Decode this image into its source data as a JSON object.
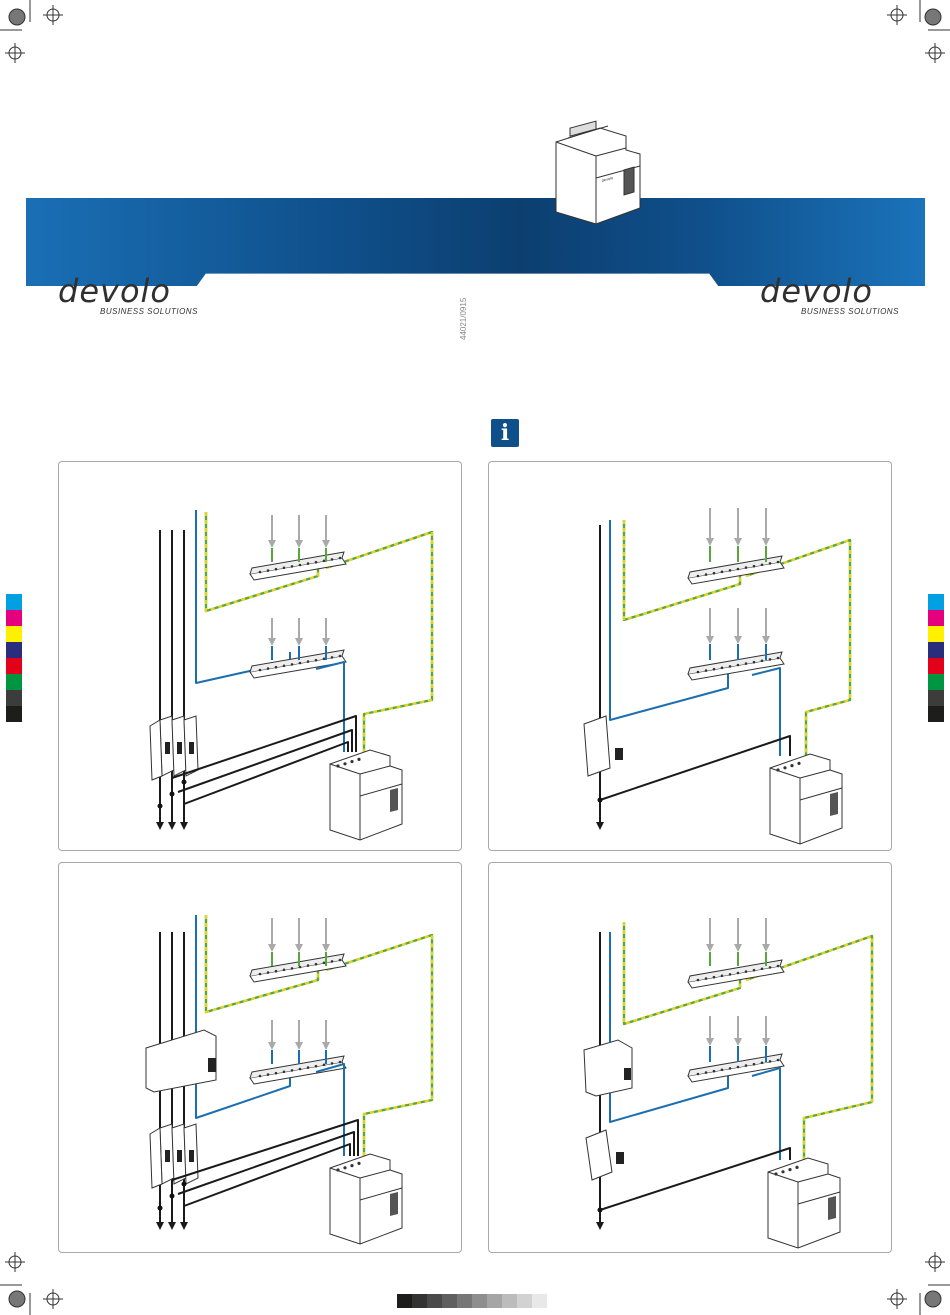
{
  "brand": {
    "logo_text": "devolo",
    "tagline": "BUSINESS SOLUTIONS"
  },
  "document_code": "44021/0915",
  "info_icon": {
    "glyph": "i",
    "icon": "info-icon"
  },
  "colors": {
    "banner": "#0f4f8a",
    "phase_wire": "#1a1a1a",
    "neutral_wire": "#1b6fb0",
    "earth_wire_green": "#56a83e",
    "earth_wire_yellow": "#e6d21e",
    "grey_arrow": "#a9a9a9"
  },
  "color_bar": [
    "#00a0e3",
    "#e5007e",
    "#fff000",
    "#2a2d7c",
    "#e3001b",
    "#009641",
    "#3c3c3b",
    "#1d1d1b"
  ],
  "gray_bar": [
    "#1d1d1b",
    "#333",
    "#4a4a4a",
    "#5f5f5f",
    "#777",
    "#8e8e8e",
    "#a5a5a5",
    "#bcbcbc",
    "#d2d2d2",
    "#e8e8e8"
  ]
}
